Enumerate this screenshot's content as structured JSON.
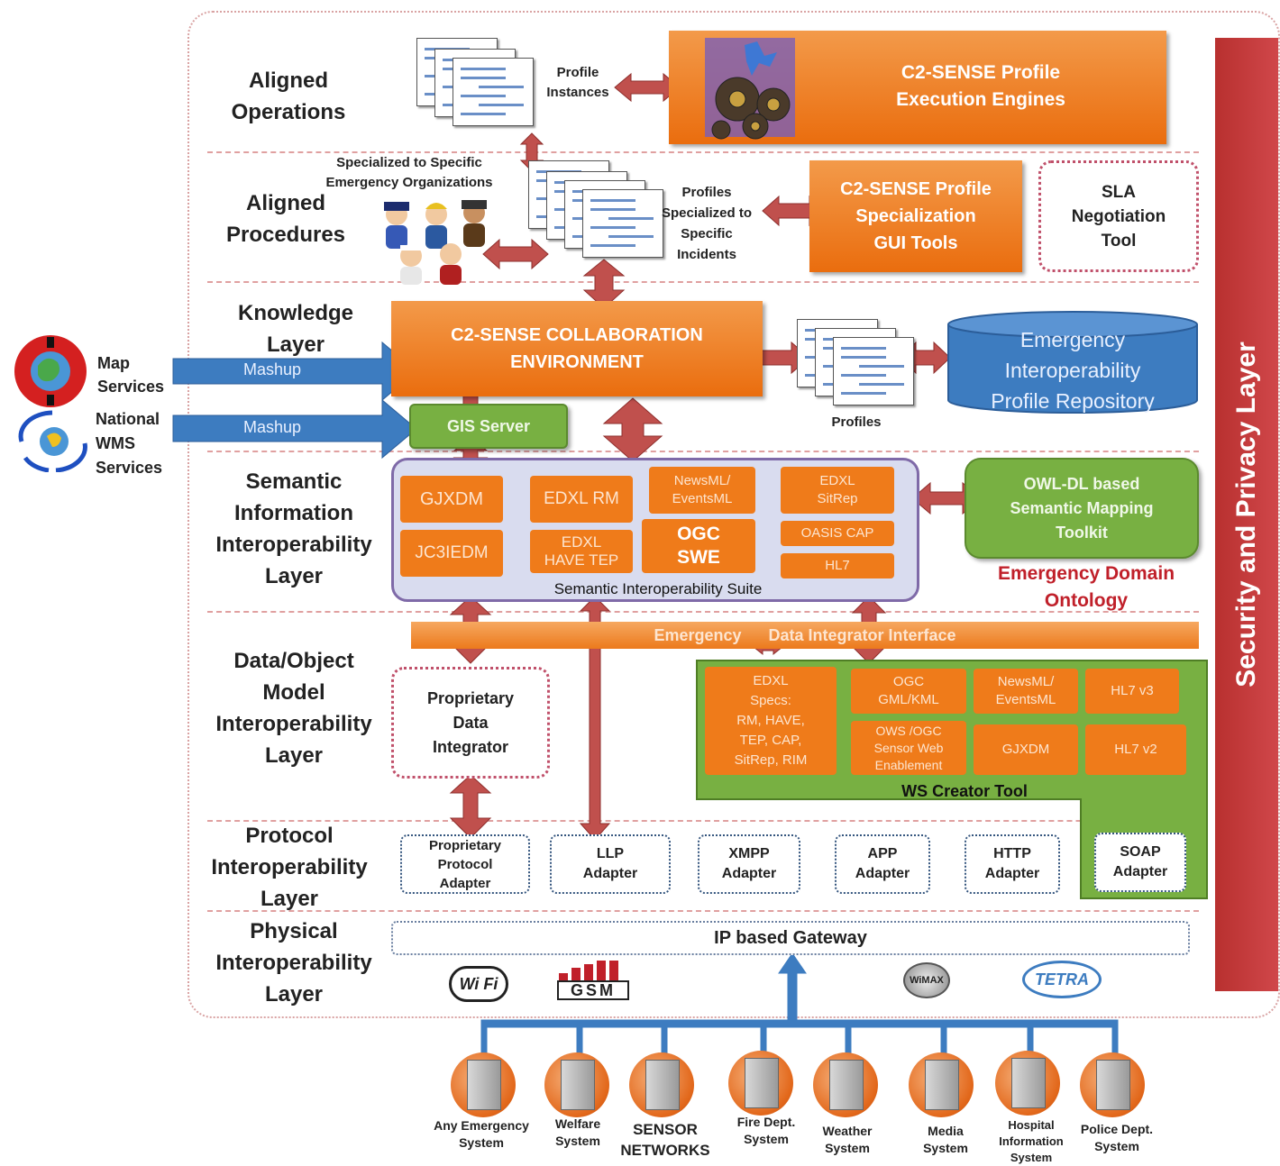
{
  "layers": {
    "aligned_operations": "Aligned\nOperations",
    "aligned_procedures": "Aligned\nProcedures",
    "knowledge": "Knowledge\nLayer",
    "semantic": "Semantic\nInformation\nInteroperability\nLayer",
    "data_object": "Data/Object\nModel\nInteroperability\nLayer",
    "protocol": "Protocol\nInteroperability\nLayer",
    "physical": "Physical\nInteroperability\nLayer"
  },
  "security_layer": "Security and Privacy Layer",
  "aligned_operations": {
    "profile_instances": "Profile\nInstances",
    "execution_engines": "C2-SENSE Profile\nExecution Engines"
  },
  "aligned_procedures": {
    "specialized_orgs": "Specialized to Specific\nEmergency Organizations",
    "profiles_specialized": "Profiles\nSpecialized to\nSpecific\nIncidents",
    "gui_tools": "C2-SENSE Profile\nSpecialization\nGUI Tools",
    "sla_tool": "SLA\nNegotiation\nTool"
  },
  "knowledge": {
    "collaboration_env": "C2-SENSE COLLABORATION\nENVIRONMENT",
    "profiles": "Profiles",
    "repository": "Emergency\nInteroperability\nProfile Repository",
    "gis_server": "GIS Server",
    "mashup1": "Mashup",
    "mashup2": "Mashup",
    "map_services": "Map\nServices",
    "wms_services": "National\nWMS\nServices"
  },
  "semantic": {
    "gjxdm": "GJXDM",
    "edxl_rm": "EDXL RM",
    "newsml": "NewsML/\nEventsML",
    "edxl_sitrep": "EDXL\nSitRep",
    "jc3iedm": "JC3IEDM",
    "edxl_have": "EDXL\nHAVE TEP",
    "ogc_swe": "OGC\nSWE",
    "oasis_cap": "OASIS CAP",
    "hl7": "HL7",
    "suite_label": "Semantic Interoperability Suite",
    "owl_toolkit": "OWL-DL based\nSemantic Mapping\nToolkit",
    "domain_ontology": "Emergency Domain\nOntology"
  },
  "data_object": {
    "integrator_interface": "Emergency      Data Integrator Interface",
    "proprietary_integrator": "Proprietary\nData\nIntegrator",
    "edxl_specs": "EDXL\nSpecs:\nRM, HAVE,\nTEP, CAP,\nSitRep, RIM",
    "ogc_gml": "OGC\nGML/KML",
    "newsml_events": "NewsML/\nEventsML",
    "hl7_v3": "HL7 v3",
    "ows_ogc": "OWS /OGC\nSensor Web\nEnablement",
    "gjxdm": "GJXDM",
    "hl7_v2": "HL7 v2",
    "ws_creator": "WS Creator Tool"
  },
  "protocol": {
    "adapters": [
      "Proprietary\nProtocol\nAdapter",
      "LLP\nAdapter",
      "XMPP\nAdapter",
      "APP\nAdapter",
      "HTTP\nAdapter",
      "SOAP\nAdapter"
    ]
  },
  "physical": {
    "gateway": "IP based Gateway",
    "logos": [
      "Wi Fi",
      "GSM",
      "WiMAX",
      "TETRA"
    ]
  },
  "systems": [
    "Any Emergency\nSystem",
    "Welfare\nSystem",
    "SENSOR\nNETWORKS",
    "Fire Dept.\nSystem",
    "Weather\nSystem",
    "Media\nSystem",
    "Hospital\nInformation\nSystem",
    "Police Dept.\nSystem"
  ],
  "colors": {
    "orange": "#f07d19",
    "green": "#78b042",
    "blue": "#3d7cc0",
    "red_arrow": "#c0504d",
    "security_red": "#c0393b"
  }
}
